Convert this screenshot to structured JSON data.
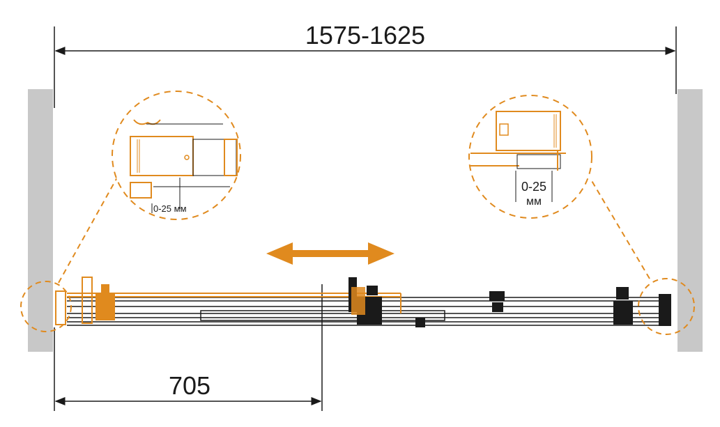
{
  "dimensions": {
    "total_width": "1575-1625",
    "door_width": "705"
  },
  "callouts": {
    "left_adjust": "0-25 мм",
    "right_adjust_range": "0-25",
    "right_adjust_unit": "мм"
  },
  "colors": {
    "accent": "#e08a1e",
    "line": "#1a1a1a",
    "wall": "#c8c8c8"
  },
  "icons": {
    "slide_direction": "double-arrow-icon"
  }
}
